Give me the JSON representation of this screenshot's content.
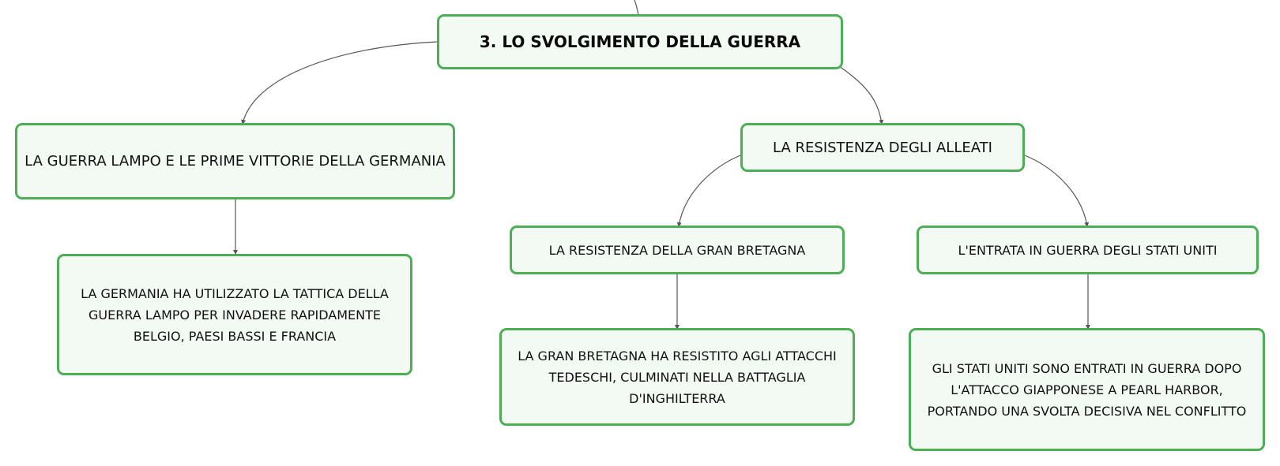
{
  "diagram": {
    "root": {
      "label": "3. LO SVOLGIMENTO DELLA GUERRA"
    },
    "guerra_lampo": {
      "label": "LA GUERRA LAMPO E LE PRIME VITTORIE DELLA GERMANIA"
    },
    "germania_detail": {
      "label": "LA GERMANIA HA UTILIZZATO LA TATTICA DELLA GUERRA LAMPO PER INVADERE RAPIDAMENTE BELGIO, PAESI BASSI E FRANCIA"
    },
    "resistenza_alleati": {
      "label": "LA RESISTENZA DEGLI ALLEATI"
    },
    "gran_bretagna": {
      "label": "LA RESISTENZA DELLA GRAN BRETAGNA"
    },
    "gran_bretagna_detail": {
      "label": "LA GRAN BRETAGNA HA RESISTITO AGLI ATTACCHI TEDESCHI, CULMINATI NELLA BATTAGLIA D'INGHILTERRA"
    },
    "stati_uniti": {
      "label": "L'ENTRATA IN GUERRA DEGLI STATI UNITI"
    },
    "stati_uniti_detail": {
      "label": "GLI STATI UNITI SONO ENTRATI IN GUERRA DOPO L'ATTACCO GIAPPONESE A PEARL HARBOR, PORTANDO UNA SVOLTA DECISIVA NEL CONFLITTO"
    }
  },
  "colors": {
    "node_border": "#4cae55",
    "node_fill": "#f3faf4",
    "connector": "#555555"
  }
}
